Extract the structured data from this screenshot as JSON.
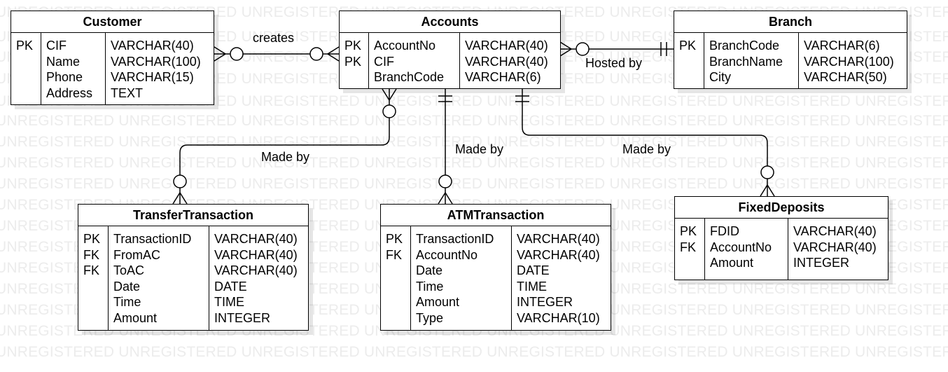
{
  "watermark": "UNREGISTERED UNREGISTERED UNREGISTERED UNREGISTERED UNREGISTERED UNREGISTERED UNREGISTERED UNREGISTERED UNREGISTERED UNREGISTERED",
  "entities": {
    "customer": {
      "title": "Customer",
      "rows": [
        {
          "key": "PK",
          "name": "CIF",
          "type": "VARCHAR(40)"
        },
        {
          "key": "",
          "name": "Name",
          "type": "VARCHAR(100)"
        },
        {
          "key": "",
          "name": "Phone",
          "type": "VARCHAR(15)"
        },
        {
          "key": "",
          "name": "Address",
          "type": "TEXT"
        }
      ]
    },
    "accounts": {
      "title": "Accounts",
      "rows": [
        {
          "key": "PK",
          "name": "AccountNo",
          "type": "VARCHAR(40)"
        },
        {
          "key": "PK",
          "name": "CIF",
          "type": "VARCHAR(40)"
        },
        {
          "key": "",
          "name": "BranchCode",
          "type": "VARCHAR(6)"
        }
      ]
    },
    "branch": {
      "title": "Branch",
      "rows": [
        {
          "key": "PK",
          "name": "BranchCode",
          "type": "VARCHAR(6)"
        },
        {
          "key": "",
          "name": "BranchName",
          "type": "VARCHAR(100)"
        },
        {
          "key": "",
          "name": "City",
          "type": "VARCHAR(50)"
        }
      ]
    },
    "transfer": {
      "title": "TransferTransaction",
      "rows": [
        {
          "key": "PK",
          "name": "TransactionID",
          "type": "VARCHAR(40)"
        },
        {
          "key": "FK",
          "name": "FromAC",
          "type": "VARCHAR(40)"
        },
        {
          "key": "FK",
          "name": "ToAC",
          "type": "VARCHAR(40)"
        },
        {
          "key": "",
          "name": "Date",
          "type": "DATE"
        },
        {
          "key": "",
          "name": "Time",
          "type": "TIME"
        },
        {
          "key": "",
          "name": "Amount",
          "type": "INTEGER"
        }
      ]
    },
    "atm": {
      "title": "ATMTransaction",
      "rows": [
        {
          "key": "PK",
          "name": "TransactionID",
          "type": "VARCHAR(40)"
        },
        {
          "key": "FK",
          "name": "AccountNo",
          "type": "VARCHAR(40)"
        },
        {
          "key": "",
          "name": "Date",
          "type": "DATE"
        },
        {
          "key": "",
          "name": "Time",
          "type": "TIME"
        },
        {
          "key": "",
          "name": "Amount",
          "type": "INTEGER"
        },
        {
          "key": "",
          "name": "Type",
          "type": "VARCHAR(10)"
        }
      ]
    },
    "fixed": {
      "title": "FixedDeposits",
      "rows": [
        {
          "key": "PK",
          "name": "FDID",
          "type": "VARCHAR(40)"
        },
        {
          "key": "FK",
          "name": "AccountNo",
          "type": "VARCHAR(40)"
        },
        {
          "key": "",
          "name": "Amount",
          "type": "INTEGER"
        }
      ]
    }
  },
  "relationships": {
    "creates": "creates",
    "hosted_by": "Hosted by",
    "made_by_transfer": "Made by",
    "made_by_atm": "Made by",
    "made_by_fixed": "Made by"
  }
}
